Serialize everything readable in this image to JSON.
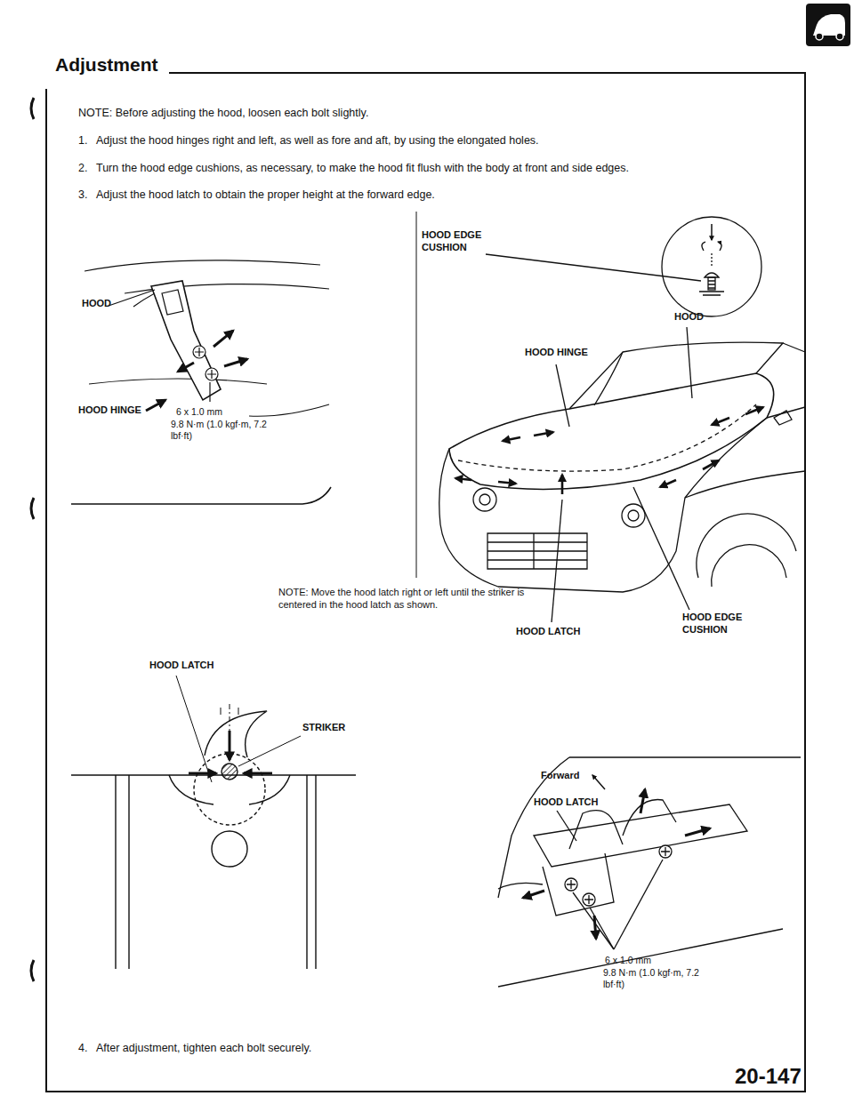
{
  "diagram": {
    "title": "Adjustment",
    "labels": [
      "NOTE: Before adjusting the hood, loosen each bolt slightly.",
      "1.",
      "Adjust the hood hinges right and left, as well as fore and aft, by using the elongated holes.",
      "2.",
      "Turn the hood edge cushions, as necessary, to make the hood fit flush with the body at front and side edges.",
      "3.",
      "Adjust the hood latch to obtain the proper height at the forward edge.",
      "HOOD EDGE CUSHION",
      "HOOD",
      "HOOD HINGE",
      "6 x 1.0 mm",
      "9.8 N·m (1.0 kgf·m, 7.2 lbf·ft)",
      "HOOD",
      "HOOD HINGE",
      "NOTE: Move the hood latch right or left until the striker is centered in the hood latch as shown.",
      "HOOD LATCH",
      "HOOD EDGE CUSHION",
      "HOOD LATCH",
      "STRIKER",
      "Forward",
      "HOOD LATCH",
      "6 x 1.0 mm",
      "9.8 N·m (1.0 kgf·m, 7.2 lbf·ft)",
      "4.",
      "After adjustment, tighten each bolt securely.",
      "20-147"
    ]
  }
}
